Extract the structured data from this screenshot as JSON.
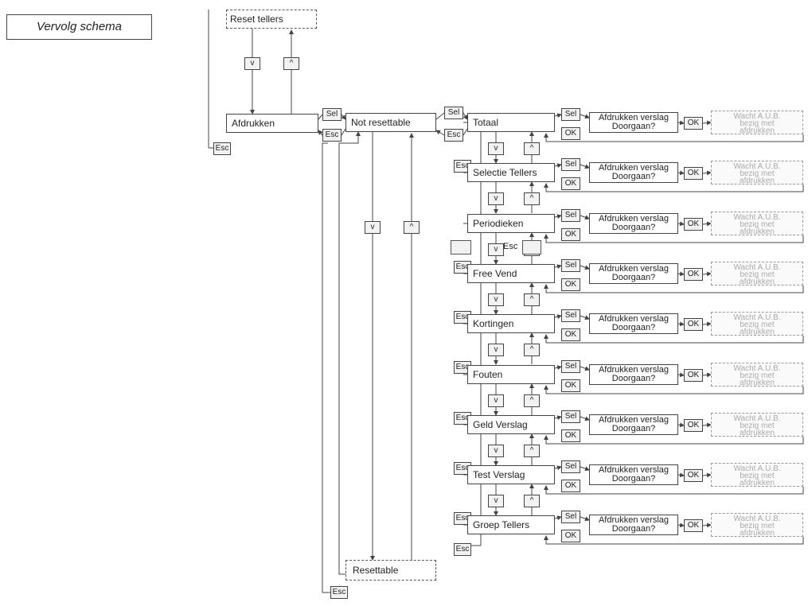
{
  "title": "Vervolg schema",
  "nodes": {
    "reset_tellers": "Reset tellers",
    "afdrukken": "Afdrukken",
    "not_resettable": "Not resettable",
    "resettable": "Resettable"
  },
  "keys": {
    "sel": "Sel",
    "esc": "Esc",
    "ok": "OK",
    "down": "v",
    "up": "^"
  },
  "reports": [
    {
      "label": "Totaal"
    },
    {
      "label": "Selectie Tellers"
    },
    {
      "label": "Periodieken"
    },
    {
      "label": "Free Vend"
    },
    {
      "label": "Kortingen"
    },
    {
      "label": "Fouten"
    },
    {
      "label": "Geld Verslag"
    },
    {
      "label": "Test Verslag"
    },
    {
      "label": "Groep Tellers"
    }
  ],
  "prompt": {
    "line1": "Afdrukken verslag",
    "line2": "Doorgaan?"
  },
  "wait_msg": {
    "line1": "Wacht A.U.B.",
    "line2": "bezig met",
    "line3": "afdrukken"
  }
}
